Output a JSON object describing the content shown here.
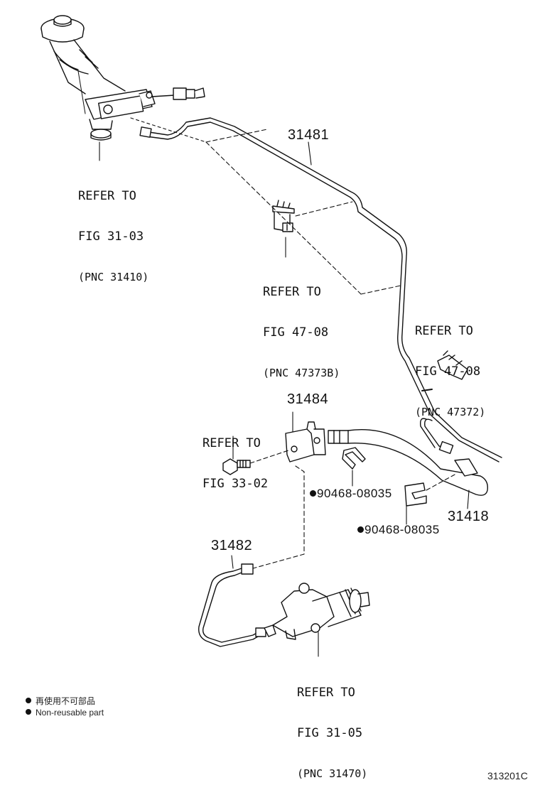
{
  "refs": {
    "master_cyl": {
      "l1": "REFER TO",
      "l2": "FIG 31-03",
      "l3": "(PNC 31410)"
    },
    "bracket_clip": {
      "l1": "REFER TO",
      "l2": "FIG 47-08",
      "l3": "(PNC 47373B)"
    },
    "clamp": {
      "l1": "REFER TO",
      "l2": "FIG 47-08",
      "l3": "(PNC 47372)"
    },
    "bolt": {
      "l1": "REFER TO",
      "l2": "FIG 33-02"
    },
    "release_cyl": {
      "l1": "REFER TO",
      "l2": "FIG 31-05",
      "l3": "(PNC 31470)"
    }
  },
  "parts": {
    "tube_31481": "31481",
    "bracket_31484": "31484",
    "hose_31418": "31418",
    "tube_31482": "31482",
    "clip_1": "90468-08035",
    "clip_2": "90468-08035"
  },
  "legend": {
    "jp": "再使用不可部品",
    "en": "Non-reusable part"
  },
  "figure_code": "313201C"
}
